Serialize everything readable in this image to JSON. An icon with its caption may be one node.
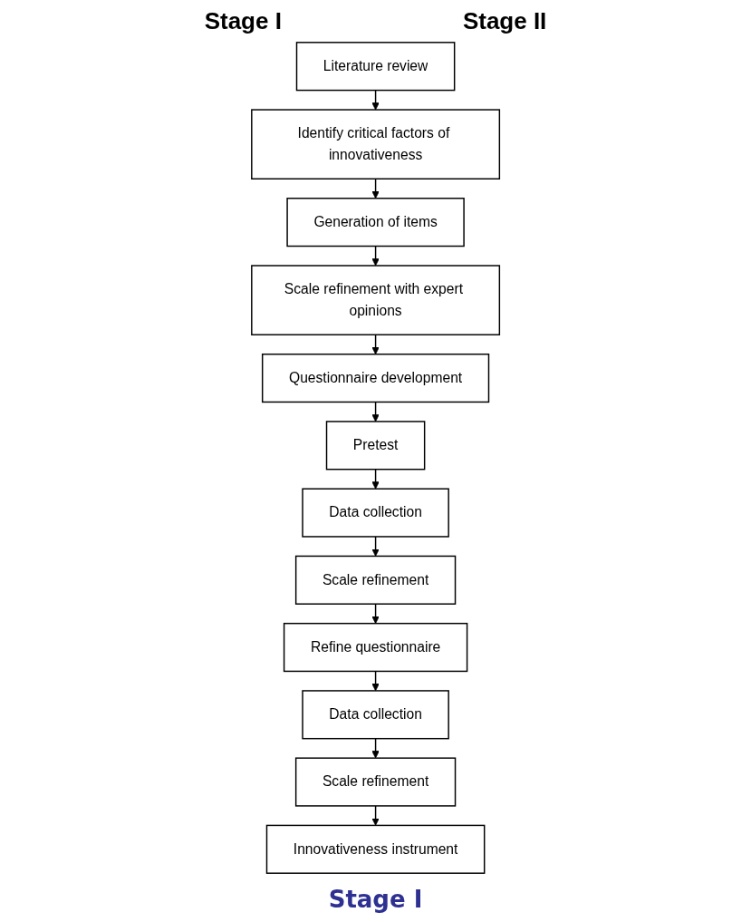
{
  "diagram": {
    "caption": "Stage I",
    "nodes": [
      {
        "text": [
          "Literature review"
        ]
      },
      {
        "text": [
          "Identify critical factors of innovativeness"
        ]
      },
      {
        "text": [
          "Generation of items"
        ]
      },
      {
        "text": [
          "Scale refinement with expert opinions"
        ]
      },
      {
        "text": [
          "Questionnaire development"
        ]
      },
      {
        "text": [
          "Pretest"
        ]
      },
      {
        "text": [
          "Data collection"
        ]
      },
      {
        "text": [
          "Scale refinement"
        ]
      },
      {
        "text": [
          "Refine questionnaire"
        ]
      },
      {
        "text": [
          "Data collection"
        ]
      },
      {
        "text": [
          "Scale refinement"
        ]
      },
      {
        "text": [
          "Innovativeness instrument"
        ]
      }
    ],
    "edges": [
      {
        "from": 0,
        "to": 1,
        "arrow": "to"
      },
      {
        "from": 1,
        "to": 2,
        "arrow": "to"
      },
      {
        "from": 2,
        "to": 3,
        "arrow": "to"
      },
      {
        "from": 3,
        "to": 4,
        "arrow": "to"
      },
      {
        "from": 4,
        "to": 5,
        "arrow": "to"
      },
      {
        "from": 5,
        "to": 6,
        "arrow": "to"
      },
      {
        "from": 6,
        "to": 7,
        "arrow": "to"
      },
      {
        "from": 7,
        "to": 8,
        "arrow": "to"
      },
      {
        "from": 8,
        "to": 9,
        "arrow": "to"
      },
      {
        "from": 9,
        "to": 10,
        "arrow": "to"
      },
      {
        "from": 10,
        "to": 11,
        "arrow": "to"
      }
    ],
    "labels": [
      "Stage I",
      "Stage II"
    ]
  }
}
